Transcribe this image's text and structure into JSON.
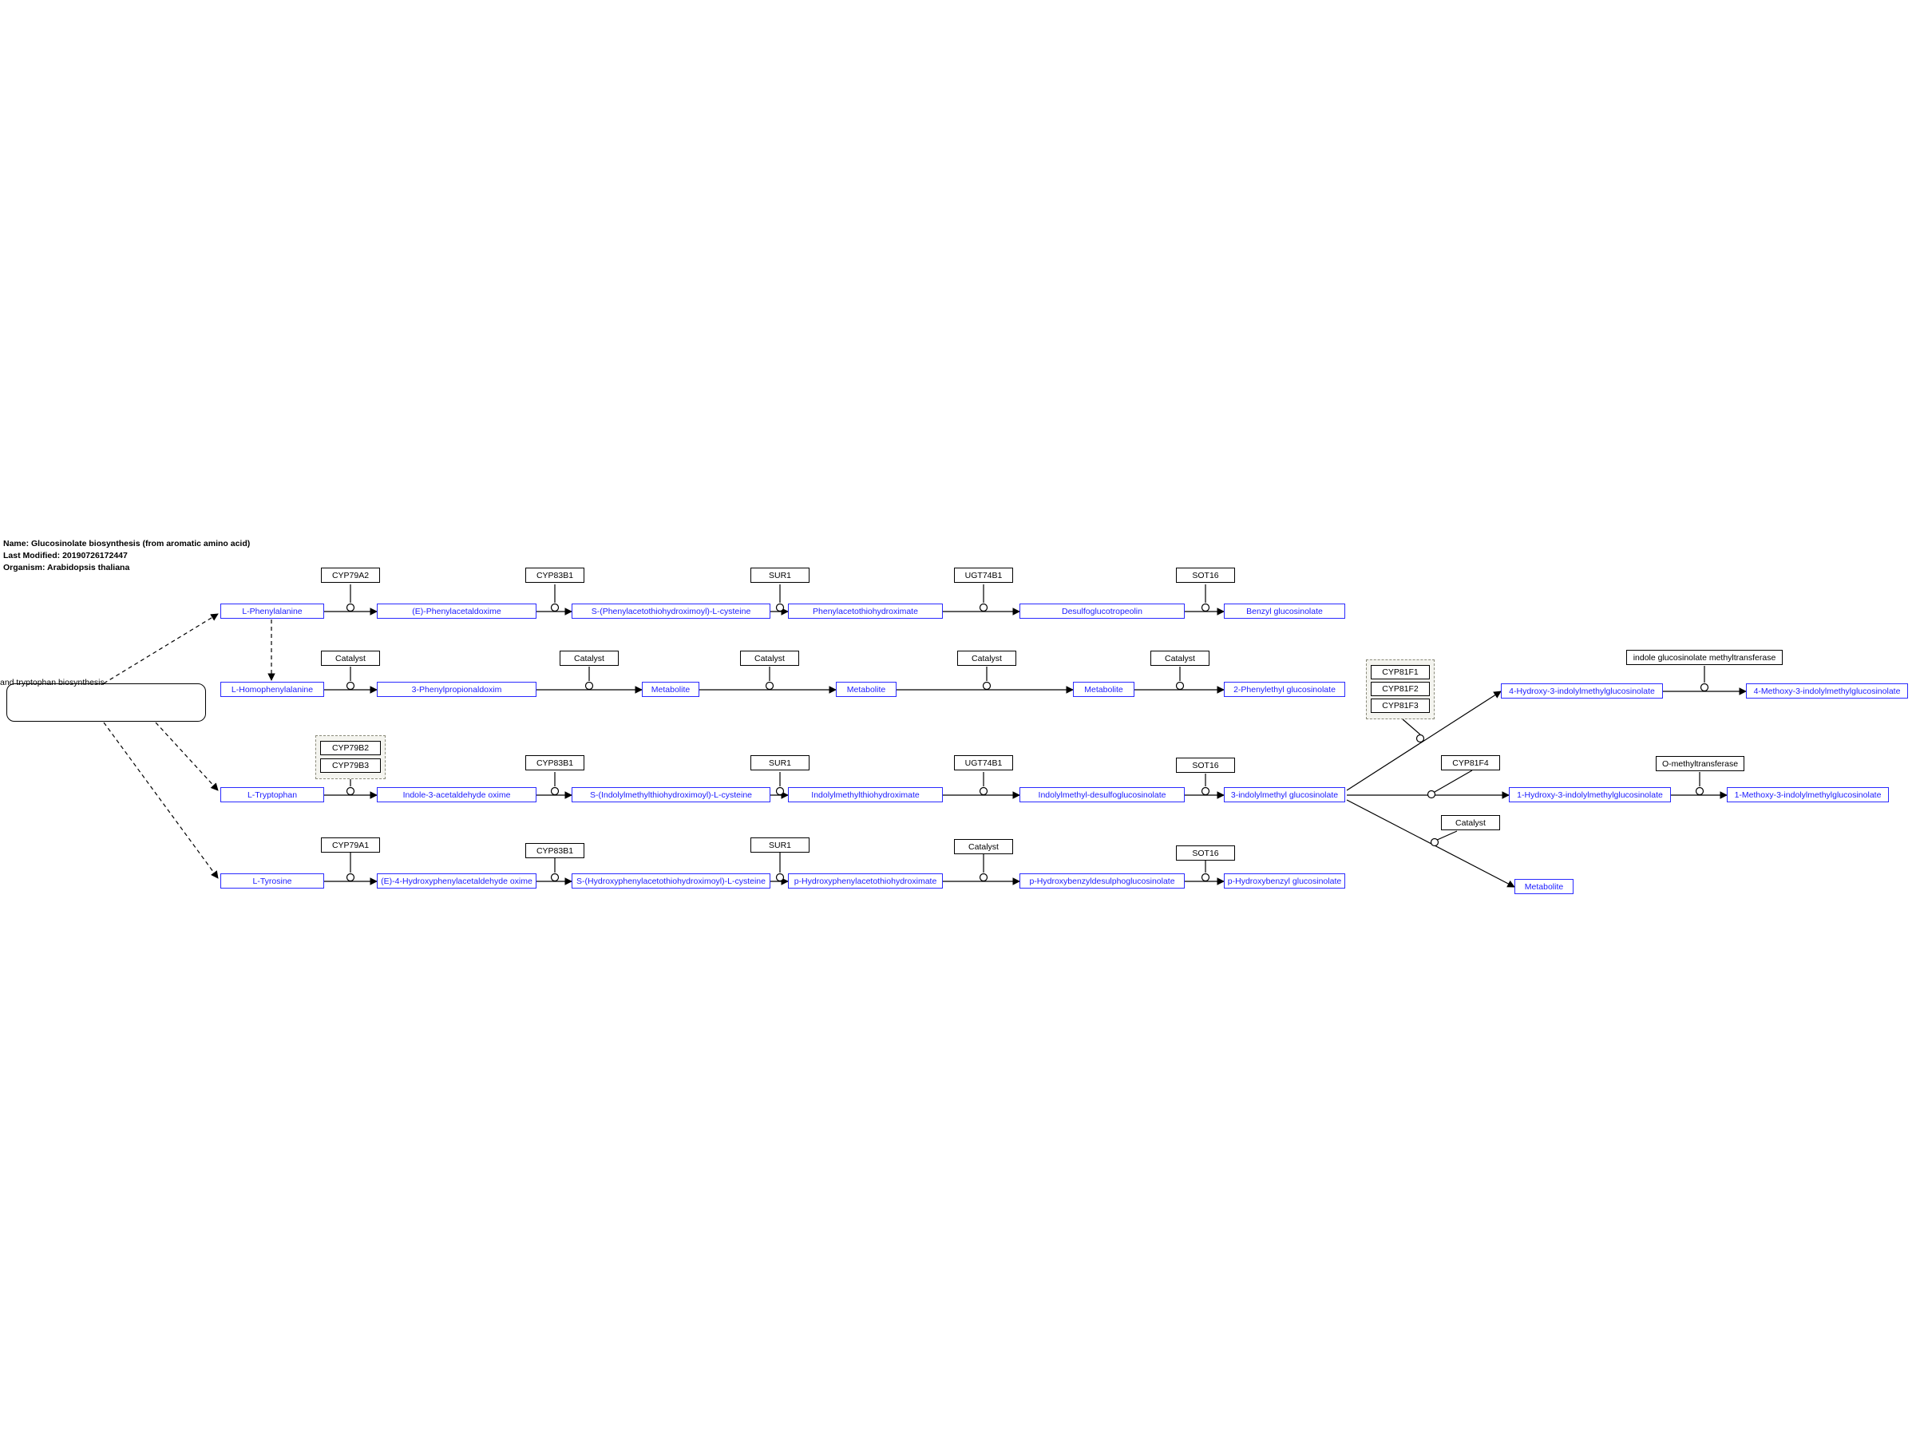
{
  "header": {
    "name": "Name: Glucosinolate biosynthesis (from aromatic amino acid)",
    "modified": "Last Modified: 20190726172447",
    "organism": "Organism: Arabidopsis thaliana"
  },
  "pathway_label": "and tryptophan biosynthesis",
  "metabolites": {
    "l_phenylalanine": "L-Phenylalanine",
    "e_phenylacetaldoxime": "(E)-Phenylacetaldoxime",
    "s_phenylacetothiohydroximoyl_cys": "S-(Phenylacetothiohydroximoyl)-L-cysteine",
    "phenylacetothiohydroximate": "Phenylacetothiohydroximate",
    "desulfoglucotropeolin": "Desulfoglucotropeolin",
    "benzyl_glucosinolate": "Benzyl glucosinolate",
    "l_homophenylalanine": "L-Homophenylalanine",
    "phenylpropionaldoxim": "3-Phenylpropionaldoxim",
    "metabolite_1": "Metabolite",
    "metabolite_2": "Metabolite",
    "metabolite_3": "Metabolite",
    "phenylethyl_glucosinolate": "2-Phenylethyl glucosinolate",
    "l_tryptophan": "L-Tryptophan",
    "indole_acetaldehyde_oxime": "Indole-3-acetaldehyde oxime",
    "s_indolylmethylthiohydroximoyl_cys": "S-(Indolylmethylthiohydroximoyl)-L-cysteine",
    "indolylmethylthiohydroximate": "Indolylmethylthiohydroximate",
    "indolylmethyl_desulfoglucosinolate": "Indolylmethyl-desulfoglucosinolate",
    "indolylmethyl_glucosinolate": "3-indolylmethyl glucosinolate",
    "hydroxy4_indolylmethylglucosinolate": "4-Hydroxy-3-indolylmethylglucosinolate",
    "methoxy4_indolylmethylglucosinolate": "4-Methoxy-3-indolylmethylglucosinolate",
    "hydroxy1_indolylmethylglucosinolate": "1-Hydroxy-3-indolylmethylglucosinolate",
    "methoxy1_indolylmethylglucosinolate": "1-Methoxy-3-indolylmethylglucosinolate",
    "metabolite_4": "Metabolite",
    "l_tyrosine": "L-Tyrosine",
    "e_hydroxyphenylacetaldehyde_oxime": "(E)-4-Hydroxyphenylacetaldehyde oxime",
    "s_hydroxyphenylacetothiohydroximoyl_cys": "S-(Hydroxyphenylacetothiohydroximoyl)-L-cysteine",
    "p_hydroxyphenylacetothiohydroximate": "p-Hydroxyphenylacetothiohydroximate",
    "p_hydroxybenzyldesulphoglucosinolate": "p-Hydroxybenzyldesulphoglucosinolate",
    "p_hydroxybenzyl_glucosinolate": "p-Hydroxybenzyl glucosinolate"
  },
  "genes": {
    "cyp79a2": "CYP79A2",
    "cyp83b1_a": "CYP83B1",
    "sur1_a": "SUR1",
    "ugt74b1_a": "UGT74B1",
    "sot16_a": "SOT16",
    "catalyst_1": "Catalyst",
    "catalyst_2": "Catalyst",
    "catalyst_3": "Catalyst",
    "catalyst_4": "Catalyst",
    "catalyst_5": "Catalyst",
    "cyp79b2": "CYP79B2",
    "cyp79b3": "CYP79B3",
    "cyp83b1_b": "CYP83B1",
    "sur1_b": "SUR1",
    "ugt74b1_b": "UGT74B1",
    "sot16_b": "SOT16",
    "cyp81f1": "CYP81F1",
    "cyp81f2": "CYP81F2",
    "cyp81f3": "CYP81F3",
    "indole_methyltransferase": "indole glucosinolate methyltransferase",
    "cyp81f4": "CYP81F4",
    "o_methyltransferase": "O-methyltransferase",
    "catalyst_6": "Catalyst",
    "cyp79a1": "CYP79A1",
    "cyp83b1_c": "CYP83B1",
    "sur1_c": "SUR1",
    "catalyst_7": "Catalyst",
    "sot16_c": "SOT16"
  },
  "colors": {
    "metabolite": "#1a1aff",
    "gene": "#000000",
    "group_border": "#8a8a7a"
  }
}
